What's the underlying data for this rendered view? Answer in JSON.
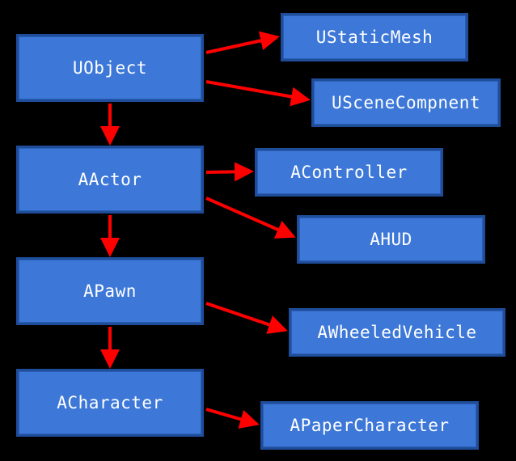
{
  "nodes": {
    "uobject": "UObject",
    "aactor": "AActor",
    "apawn": "APawn",
    "acharacter": "ACharacter",
    "ustaticmesh": "UStaticMesh",
    "uscenecomponent": "USceneCompnent",
    "acontroller": "AController",
    "ahud": "AHUD",
    "awheeledvehicle": "AWheeledVehicle",
    "apapercharacter": "APaperCharacter"
  },
  "edges": [
    {
      "from": "uobject",
      "to": "aactor"
    },
    {
      "from": "aactor",
      "to": "apawn"
    },
    {
      "from": "apawn",
      "to": "acharacter"
    },
    {
      "from": "uobject",
      "to": "ustaticmesh"
    },
    {
      "from": "uobject",
      "to": "uscenecomponent"
    },
    {
      "from": "aactor",
      "to": "acontroller"
    },
    {
      "from": "aactor",
      "to": "ahud"
    },
    {
      "from": "apawn",
      "to": "awheeledvehicle"
    },
    {
      "from": "acharacter",
      "to": "apapercharacter"
    }
  ],
  "colors": {
    "node_fill": "#3d78d8",
    "node_border": "#1f4d9a",
    "arrow": "#ff0000",
    "background": "#000000"
  }
}
